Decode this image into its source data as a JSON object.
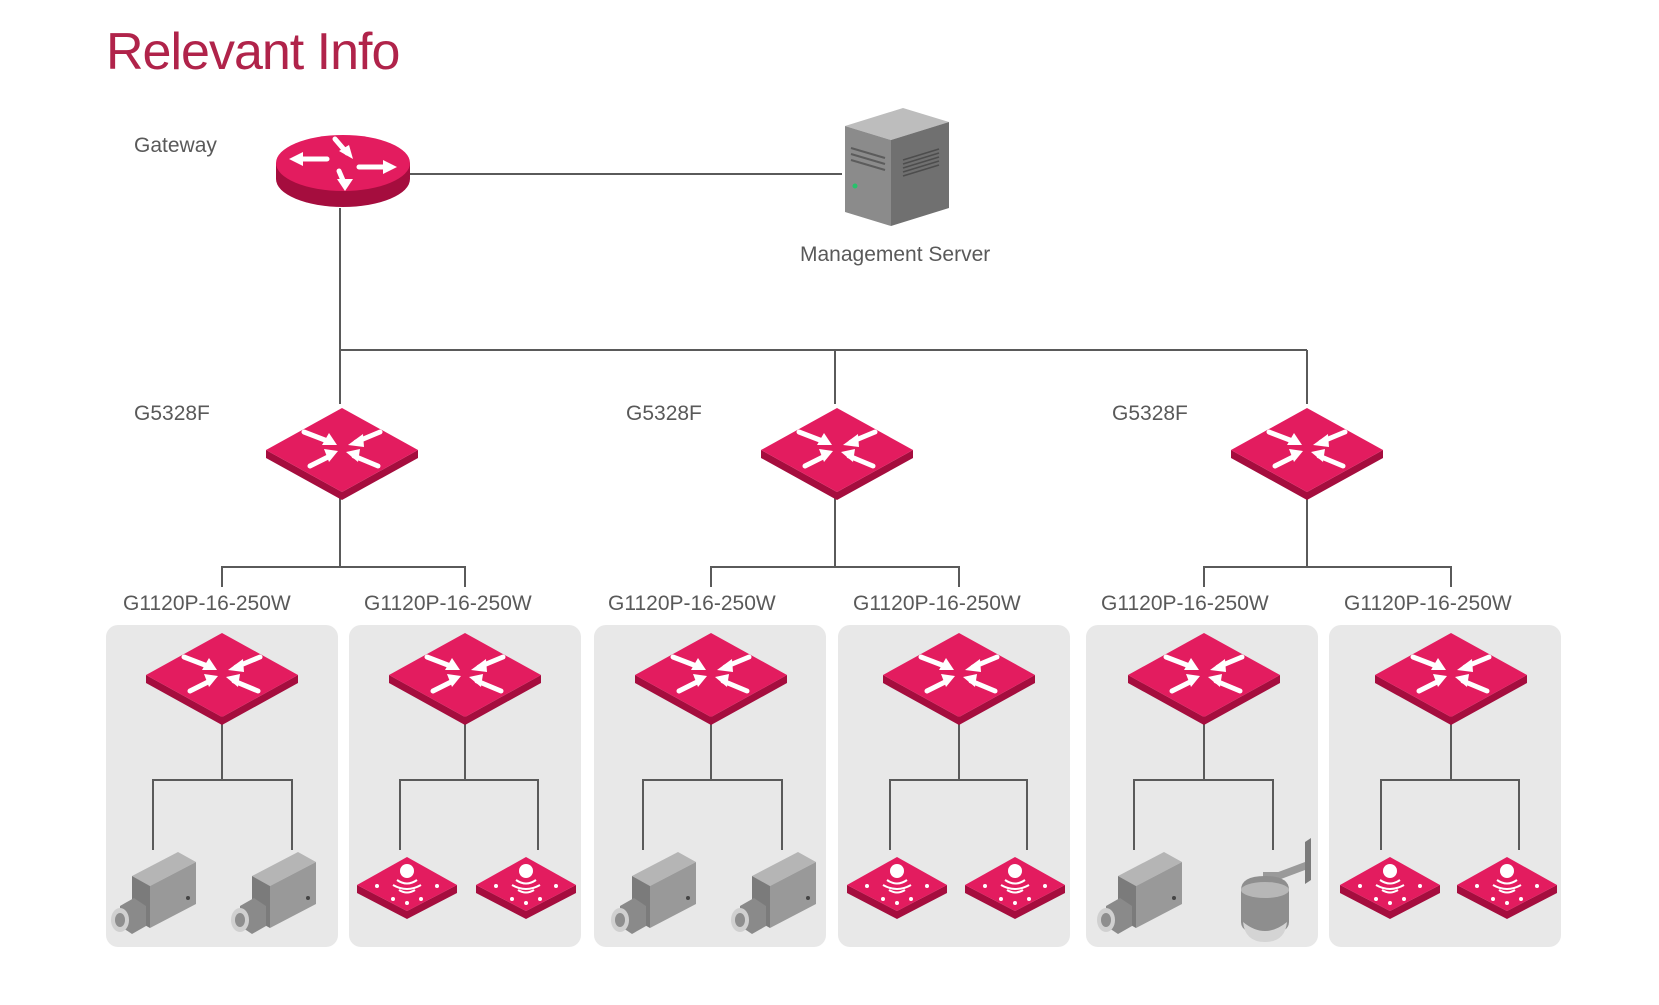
{
  "title": "Relevant Info",
  "colors": {
    "accent": "#e31c5f",
    "title": "#b0234a",
    "line": "#5a5a5a",
    "panel": "#e8e8e8",
    "label": "#595959",
    "device_gray": "#8f8f8f"
  },
  "gateway": {
    "label": "Gateway",
    "icon": "router-icon"
  },
  "server": {
    "label": "Management Server",
    "icon": "server-icon"
  },
  "core_switches": [
    {
      "label": "G5328F",
      "icon": "switch-icon"
    },
    {
      "label": "G5328F",
      "icon": "switch-icon"
    },
    {
      "label": "G5328F",
      "icon": "switch-icon"
    }
  ],
  "access_switches": [
    {
      "label": "G1120P-16-250W",
      "devices": [
        "bullet-camera-icon",
        "bullet-camera-icon"
      ]
    },
    {
      "label": "G1120P-16-250W",
      "devices": [
        "access-point-icon",
        "access-point-icon"
      ]
    },
    {
      "label": "G1120P-16-250W",
      "devices": [
        "bullet-camera-icon",
        "bullet-camera-icon"
      ]
    },
    {
      "label": "G1120P-16-250W",
      "devices": [
        "access-point-icon",
        "access-point-icon"
      ]
    },
    {
      "label": "G1120P-16-250W",
      "devices": [
        "bullet-camera-icon",
        "dome-camera-icon"
      ]
    },
    {
      "label": "G1120P-16-250W",
      "devices": [
        "access-point-icon",
        "access-point-icon"
      ]
    }
  ]
}
